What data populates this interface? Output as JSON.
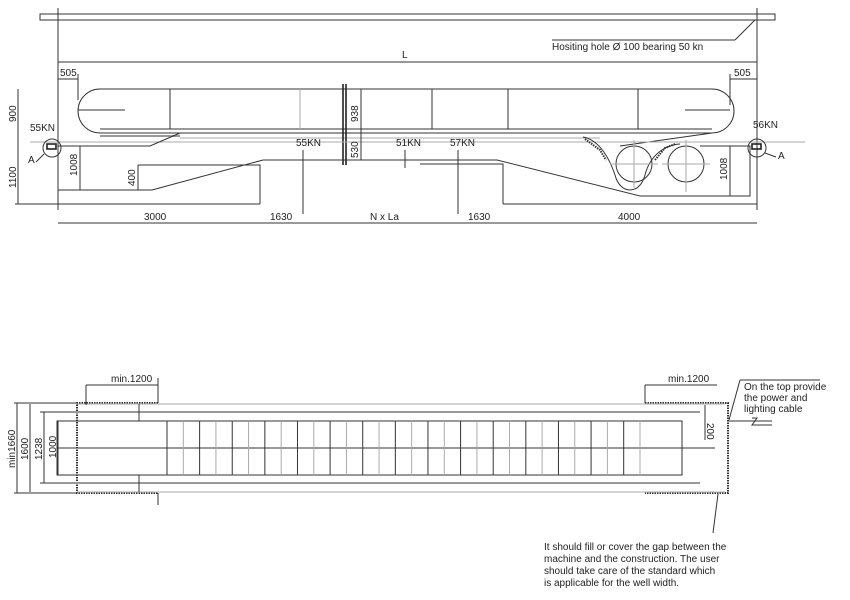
{
  "elevation": {
    "hoisting_note": "Hositing hole Ø 100 bearing 50 kn",
    "overall_length": "L",
    "left_overhang": "505",
    "right_overhang": "505",
    "height_upper": "900",
    "height_lower": "1100",
    "left_pit_depth": "1008",
    "right_pit_depth": "1008",
    "slope_drop": "400",
    "truss_height": "938",
    "support_gap": "530",
    "loads": {
      "left_end": "55KN",
      "right_end": "56KN",
      "support_1": "55KN",
      "support_2": "51KN",
      "support_3": "57KN"
    },
    "detail_marker_left": "A",
    "detail_marker_right": "A",
    "lengths": [
      "3000",
      "1630",
      "N x La",
      "1630",
      "4000"
    ]
  },
  "plan": {
    "left_min": "min.1200",
    "right_min": "min.1200",
    "widths": [
      "min1660",
      "1600",
      "1238",
      "1000"
    ],
    "right_gap": "200",
    "note_top": [
      "On the top provide",
      "the power and",
      "lighting cable"
    ],
    "note_bottom": [
      "It should fill or cover the gap between the",
      "machine and the construction. The user",
      "should take care of the standard which",
      "is applicable for the well width."
    ],
    "step_count": 30
  }
}
